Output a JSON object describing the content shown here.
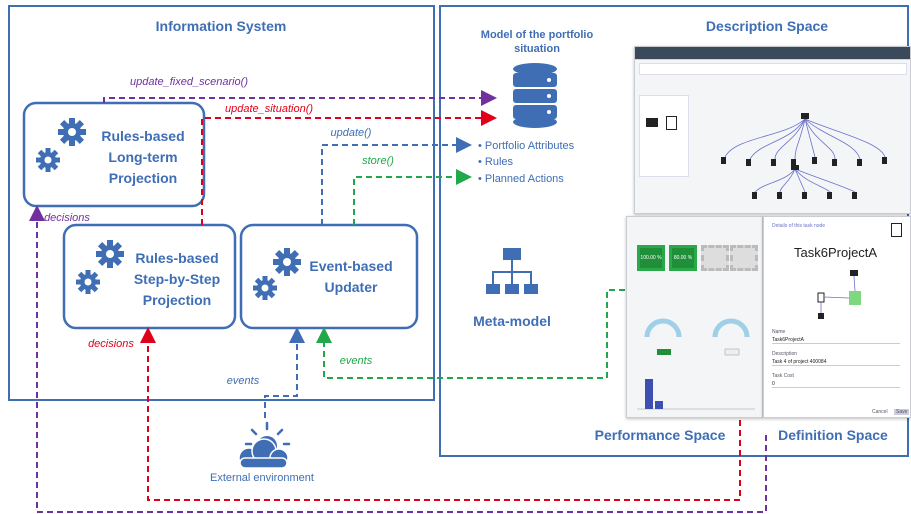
{
  "colors": {
    "box": "#3f6eb5",
    "text_blue": "#3f6eb5",
    "purple": "#7030a0",
    "red": "#e0001b",
    "green": "#20a84a",
    "dashed_blue": "#3f6eb5"
  },
  "information_system": {
    "title": "Information System",
    "long_term": [
      "Rules-based",
      "Long-term",
      "Projection"
    ],
    "step_by_step": [
      "Rules-based",
      "Step-by-Step",
      "Projection"
    ],
    "updater": [
      "Event-based",
      "Updater"
    ]
  },
  "model": {
    "title_line1": "Model of the portfolio",
    "title_line2": "situation",
    "bullets": [
      "• Portfolio Attributes",
      "• Rules",
      "• Planned Actions"
    ],
    "icon": "database-icon"
  },
  "meta_model": {
    "label": "Meta-model",
    "icon": "hierarchy-icon"
  },
  "description_space": {
    "title": "Description Space"
  },
  "performance_space": {
    "title": "Performance Space"
  },
  "definition_space": {
    "title": "Definition Space",
    "panel_header": "Details of this task node",
    "task_name": "Task6ProjectA",
    "field_name_label": "Name",
    "field_name_value": "Task6ProjectA",
    "field_desc_label": "Description",
    "field_desc_value": "Task 4 of project 400084",
    "field_cost_label": "Task Cost",
    "field_cost_value": "0",
    "cancel": "Cancel",
    "save": "Save"
  },
  "performance_panel": {
    "kpi_values": [
      "100.00 %",
      "80.00 %"
    ]
  },
  "external": {
    "label": "External environment",
    "icon": "weather-icon"
  },
  "edges": {
    "update_fixed_scenario": "update_fixed_scenario()",
    "update_situation": "update_situation()",
    "update": "update()",
    "store": "store()",
    "decisions_purple": "decisions",
    "decisions_red": "decisions",
    "events_blue": "events",
    "events_green": "events"
  }
}
